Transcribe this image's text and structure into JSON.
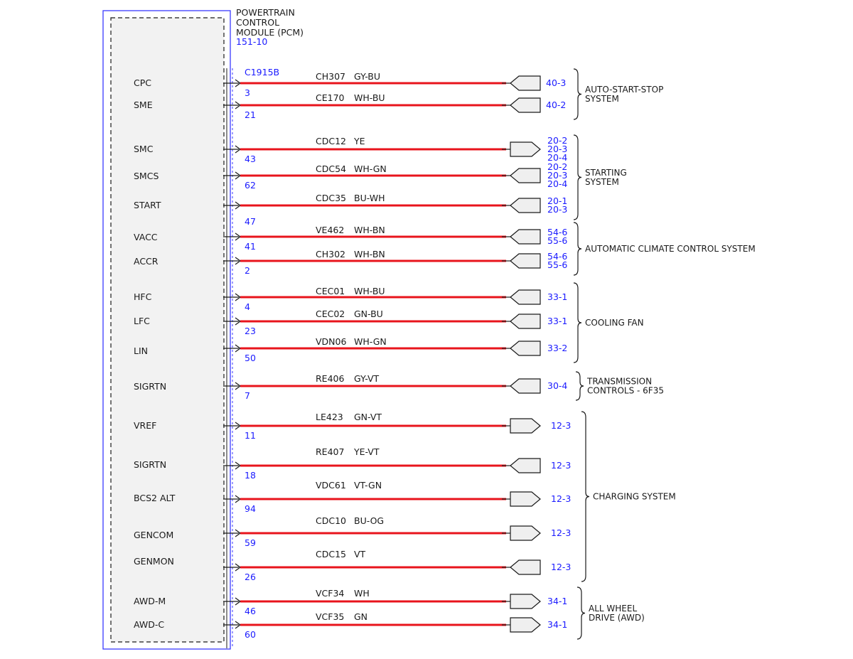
{
  "module": {
    "title_lines": [
      "POWERTRAIN",
      "CONTROL",
      "MODULE (PCM)"
    ],
    "ref": "151-10",
    "connector": "C1915B"
  },
  "colors": {
    "wire": "#e8141c",
    "ref_text": "#1a1aff",
    "module_border": "#3a3aff",
    "module_fill": "#f2f2f2"
  },
  "circuits": [
    {
      "signal": "CPC",
      "pin": "3",
      "circuit": "CH307",
      "wire_color": "GY-BU",
      "refs": [
        "40-3"
      ],
      "connector_dir": "in"
    },
    {
      "signal": "SME",
      "pin": "21",
      "circuit": "CE170",
      "wire_color": "WH-BU",
      "refs": [
        "40-2"
      ],
      "connector_dir": "in"
    },
    {
      "signal": "SMC",
      "pin": "43",
      "circuit": "CDC12",
      "wire_color": "YE",
      "refs": [
        "20-2",
        "20-3",
        "20-4"
      ],
      "connector_dir": "out"
    },
    {
      "signal": "SMCS",
      "pin": "62",
      "circuit": "CDC54",
      "wire_color": "WH-GN",
      "refs": [
        "20-2",
        "20-3",
        "20-4"
      ],
      "connector_dir": "in"
    },
    {
      "signal": "START",
      "pin": "47",
      "circuit": "CDC35",
      "wire_color": "BU-WH",
      "refs": [
        "20-1",
        "20-3"
      ],
      "connector_dir": "in"
    },
    {
      "signal": "VACC",
      "pin": "41",
      "circuit": "VE462",
      "wire_color": "WH-BN",
      "refs": [
        "54-6",
        "55-6"
      ],
      "connector_dir": "in"
    },
    {
      "signal": "ACCR",
      "pin": "2",
      "circuit": "CH302",
      "wire_color": "WH-BN",
      "refs": [
        "54-6",
        "55-6"
      ],
      "connector_dir": "in"
    },
    {
      "signal": "HFC",
      "pin": "4",
      "circuit": "CEC01",
      "wire_color": "WH-BU",
      "refs": [
        "33-1"
      ],
      "connector_dir": "in"
    },
    {
      "signal": "LFC",
      "pin": "23",
      "circuit": "CEC02",
      "wire_color": "GN-BU",
      "refs": [
        "33-1"
      ],
      "connector_dir": "in"
    },
    {
      "signal": "LIN",
      "pin": "50",
      "circuit": "VDN06",
      "wire_color": "WH-GN",
      "refs": [
        "33-2"
      ],
      "connector_dir": "in"
    },
    {
      "signal": "SIGRTN",
      "pin": "7",
      "circuit": "RE406",
      "wire_color": "GY-VT",
      "refs": [
        "30-4"
      ],
      "connector_dir": "in"
    },
    {
      "signal": "VREF",
      "pin": "11",
      "circuit": "LE423",
      "wire_color": "GN-VT",
      "refs": [
        "12-3"
      ],
      "connector_dir": "out"
    },
    {
      "signal": "SIGRTN",
      "pin": "18",
      "circuit": "RE407",
      "wire_color": "YE-VT",
      "refs": [
        "12-3"
      ],
      "connector_dir": "in"
    },
    {
      "signal": "BCS2 ALT",
      "pin": "94",
      "circuit": "VDC61",
      "wire_color": "VT-GN",
      "refs": [
        "12-3"
      ],
      "connector_dir": "out"
    },
    {
      "signal": "GENCOM",
      "pin": "59",
      "circuit": "CDC10",
      "wire_color": "BU-OG",
      "refs": [
        "12-3"
      ],
      "connector_dir": "out"
    },
    {
      "signal": "GENMON",
      "pin": "26",
      "circuit": "CDC15",
      "wire_color": "VT",
      "refs": [
        "12-3"
      ],
      "connector_dir": "in"
    },
    {
      "signal": "AWD-M",
      "pin": "46",
      "circuit": "VCF34",
      "wire_color": "WH",
      "refs": [
        "34-1"
      ],
      "connector_dir": "out"
    },
    {
      "signal": "AWD-C",
      "pin": "60",
      "circuit": "VCF35",
      "wire_color": "GN",
      "refs": [
        "34-1"
      ],
      "connector_dir": "out"
    }
  ],
  "groups": [
    {
      "lines": [
        "AUTO-START-STOP",
        "SYSTEM"
      ],
      "from": 0,
      "to": 1
    },
    {
      "lines": [
        "STARTING",
        "SYSTEM"
      ],
      "from": 2,
      "to": 4
    },
    {
      "lines": [
        "AUTOMATIC CLIMATE CONTROL SYSTEM"
      ],
      "from": 5,
      "to": 6
    },
    {
      "lines": [
        "COOLING FAN"
      ],
      "from": 7,
      "to": 9
    },
    {
      "lines": [
        "TRANSMISSION",
        "CONTROLS - 6F35"
      ],
      "from": 10,
      "to": 10
    },
    {
      "lines": [
        "CHARGING SYSTEM"
      ],
      "from": 11,
      "to": 15
    },
    {
      "lines": [
        "ALL WHEEL",
        "DRIVE (AWD)"
      ],
      "from": 16,
      "to": 17
    }
  ]
}
